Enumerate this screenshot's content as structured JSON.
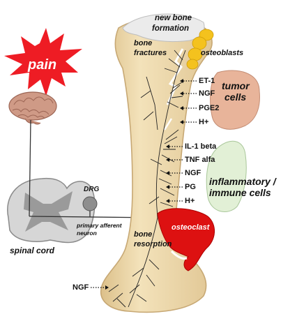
{
  "labels": {
    "pain": "pain",
    "spinal_cord": "spinal cord",
    "drg": "DRG",
    "primary_afferent_neuron_line1": "primary afferent",
    "primary_afferent_neuron_line2": "neuron",
    "new_bone_formation_line1": "new bone",
    "new_bone_formation_line2": "formation",
    "bone_fractures_line1": "bone",
    "bone_fractures_line2": "fractures",
    "osteoblasts": "osteoblasts",
    "tumor_cells_line1": "tumor",
    "tumor_cells_line2": "cells",
    "inflammatory_line1": "inflammatory /",
    "inflammatory_line2": "immune cells",
    "bone_resorption_line1": "bone",
    "bone_resorption_line2": "resorption",
    "osteoclast": "osteoclast"
  },
  "tumor_mediators": [
    "ET-1",
    "NGF",
    "PGE2",
    "H+"
  ],
  "immune_mediators": [
    "IL-1 beta",
    "TNF alfa",
    "NGF",
    "PG",
    "H+"
  ],
  "bottom_mediator": "NGF",
  "colors": {
    "pain_burst": "#ee1c24",
    "bone": "#f0dcb0",
    "bone_outline": "#c7a874",
    "tumor_cells": "#e8b49a",
    "immune_cells": "#e2f0d6",
    "osteoclast": "#dd1111",
    "osteoblasts": "#f4c21e",
    "new_bone": "#ebebeb",
    "spinal_cord": "#d6d6d6",
    "gray_matter": "#9a9a9a",
    "brain": "#cf9a86",
    "nerve": "#333333"
  }
}
